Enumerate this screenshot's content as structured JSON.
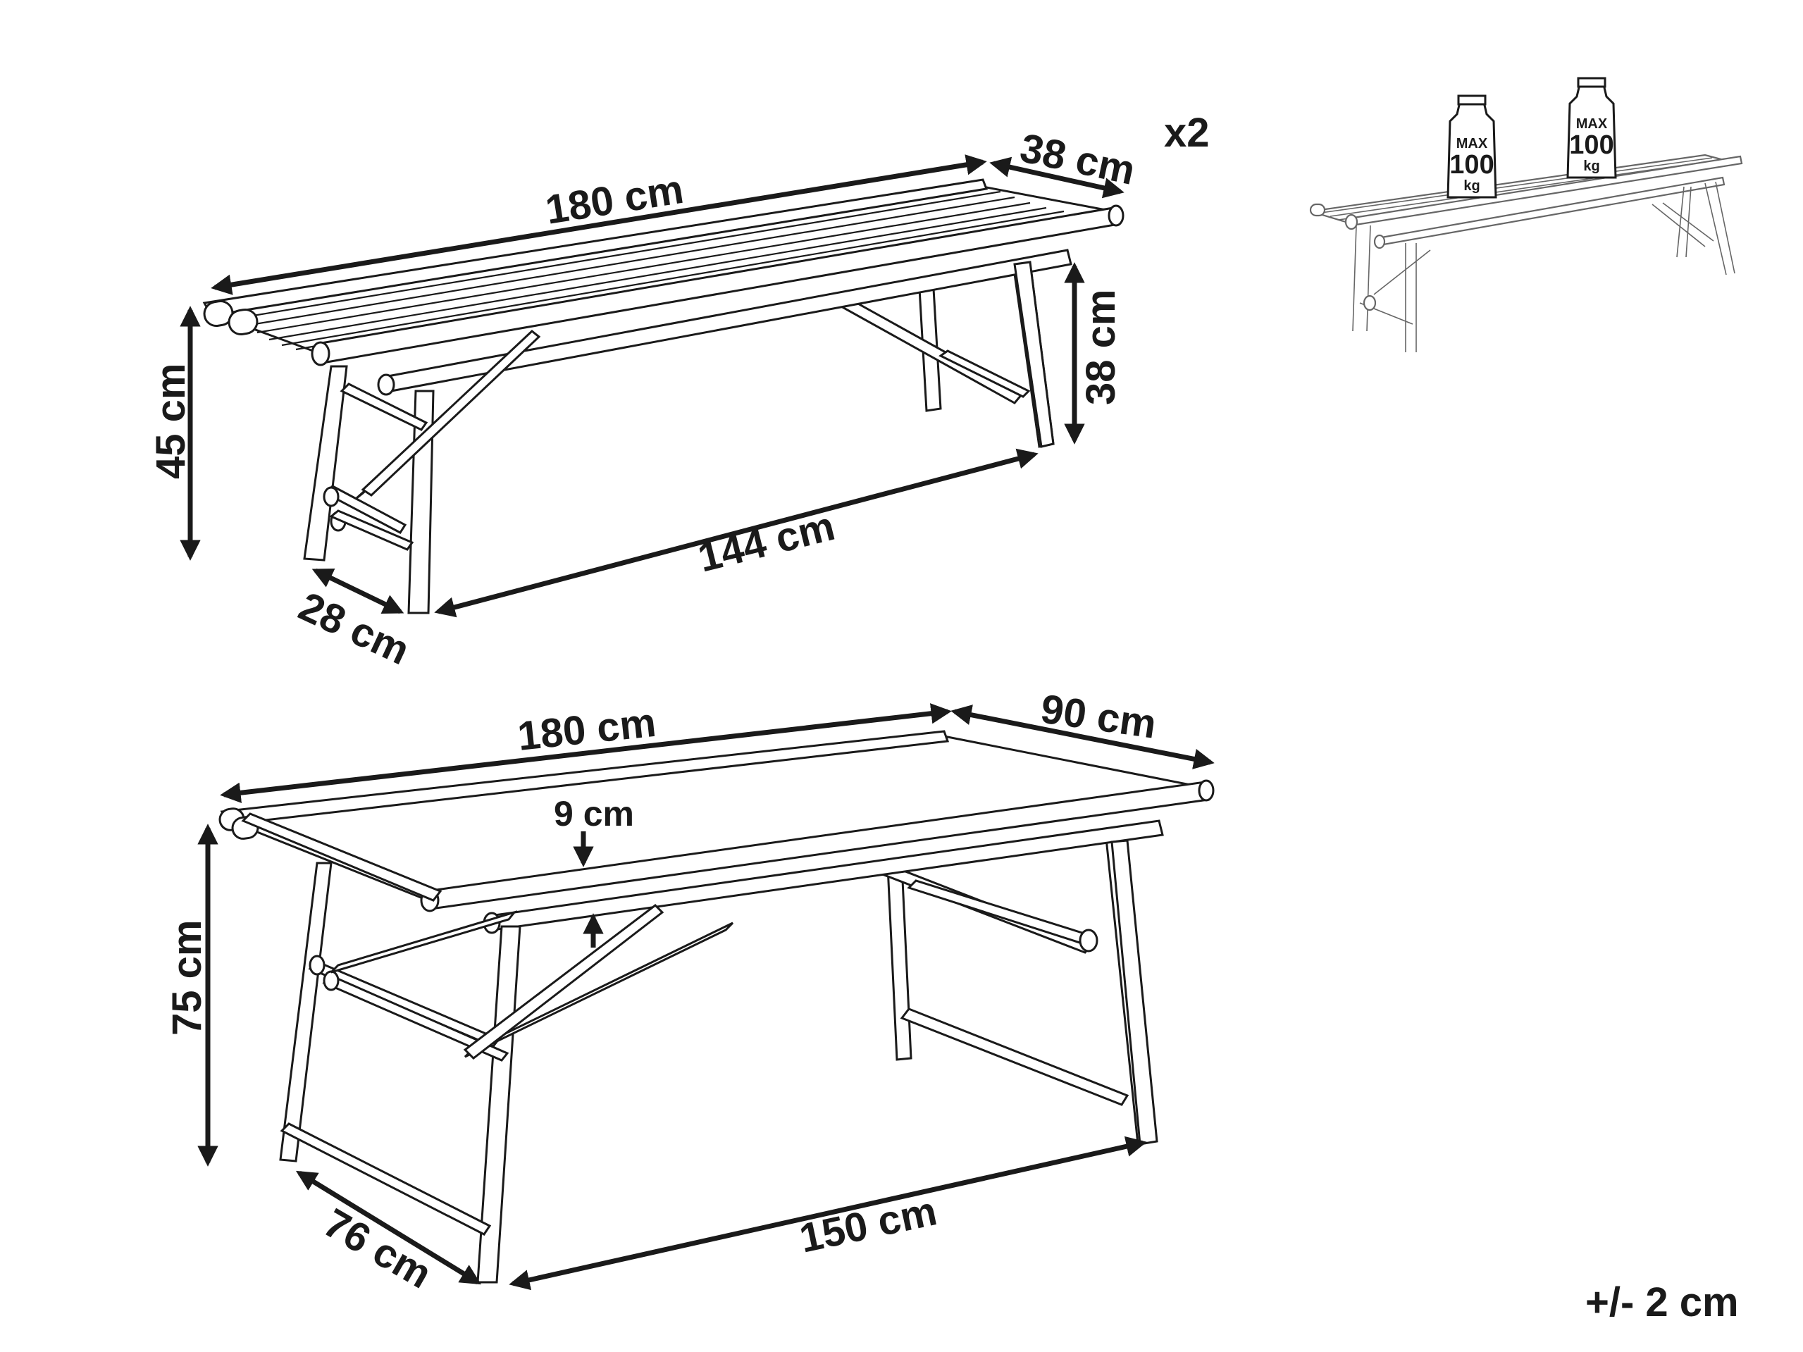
{
  "quantity_label": "x2",
  "tolerance": "+/- 2 cm",
  "bench": {
    "length": "180 cm",
    "depth": "38 cm",
    "height": "45 cm",
    "inner_height": "38 cm",
    "leg_span": "144 cm",
    "leg_depth": "28 cm"
  },
  "table": {
    "length": "180 cm",
    "depth": "90 cm",
    "height": "75 cm",
    "apron": "9 cm",
    "leg_span": "150 cm",
    "leg_depth": "76 cm"
  },
  "load_weights": [
    {
      "max": "MAX",
      "value": "100",
      "unit": "kg"
    },
    {
      "max": "MAX",
      "value": "100",
      "unit": "kg"
    }
  ],
  "icons": [
    "bench-outline",
    "table-outline",
    "weight-icon"
  ]
}
